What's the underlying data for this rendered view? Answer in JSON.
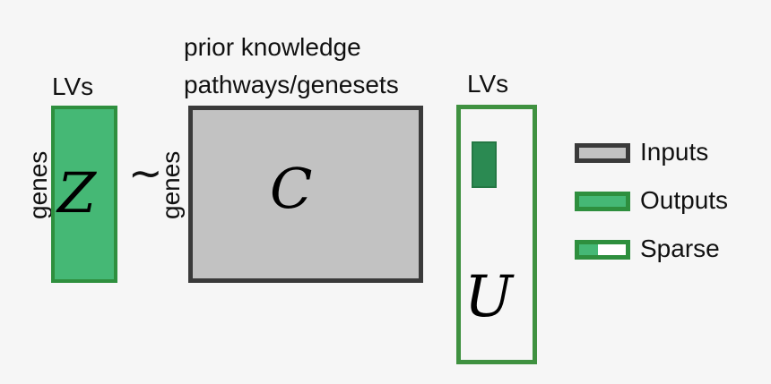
{
  "z_matrix": {
    "symbol": "Z",
    "top_label": "LVs",
    "side_label": "genes",
    "color": "#45b875",
    "border_color": "#2e8f3e"
  },
  "approx_symbol": "~",
  "c_matrix": {
    "symbol": "C",
    "top_label_line1": "prior knowledge",
    "top_label_line2": "pathways/genesets",
    "side_label": "genes",
    "color": "#c2c2c2",
    "border_color": "#3a3a3a"
  },
  "u_matrix": {
    "symbol": "U",
    "top_label": "LVs",
    "border_color": "#3f9140",
    "sparse_block_color": "#2b8a52"
  },
  "legend": [
    {
      "label": "Inputs",
      "style": "inputs"
    },
    {
      "label": "Outputs",
      "style": "outputs"
    },
    {
      "label": "Sparse",
      "style": "sparse"
    }
  ]
}
